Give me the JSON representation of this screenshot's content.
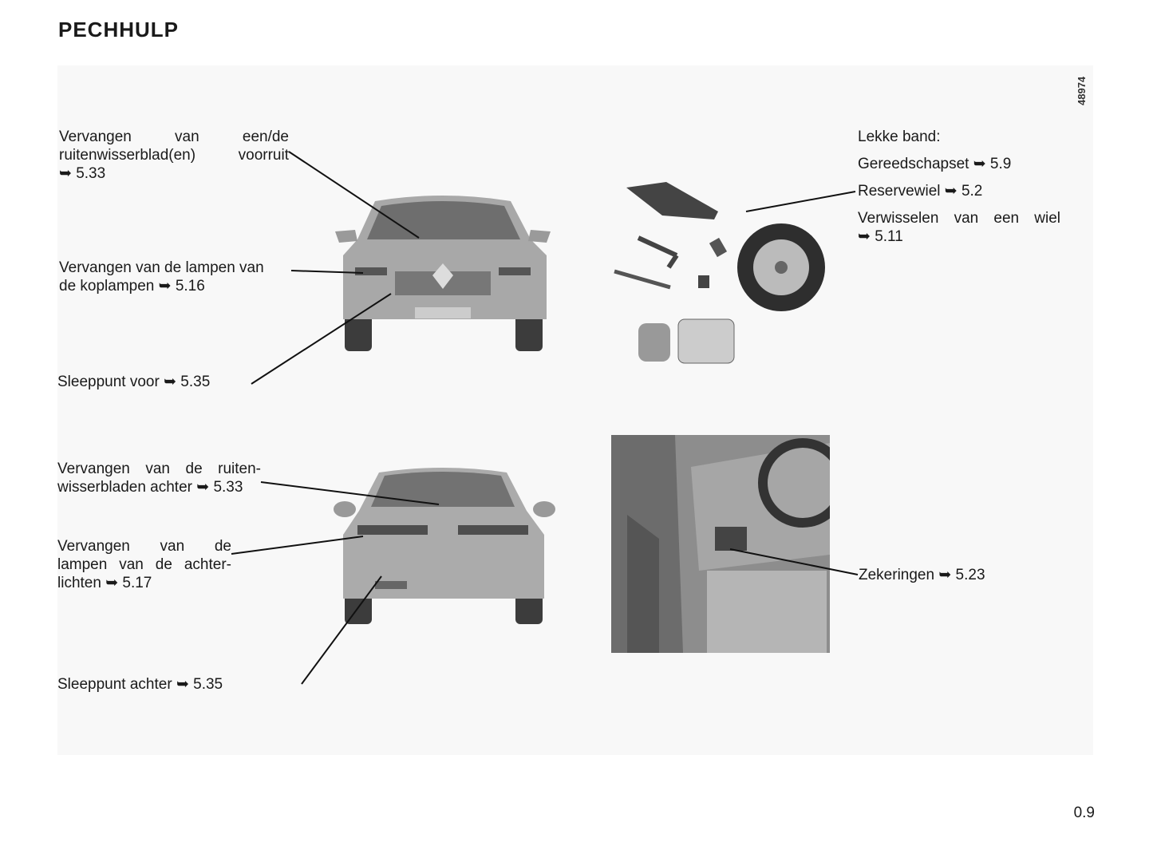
{
  "header": {
    "title": "PECHHULP"
  },
  "figure_code": "48974",
  "front": {
    "wiper": [
      "Vervangen van een/de",
      "ruitenwisserblad(en) voorruit",
      "➥ 5.33"
    ],
    "headlamps": [
      "Vervangen van de lampen van",
      "de koplampen ➥ 5.16"
    ],
    "towing": "Sleeppunt voor ➥ 5.35"
  },
  "rear": {
    "wiper": [
      "Vervangen van de ruiten-",
      "wisserbladen achter ➥ 5.33"
    ],
    "lamps": [
      "Vervangen van de",
      "lampen van de achter-",
      "lichten ➥ 5.17"
    ],
    "towing": "Sleeppunt achter ➥ 5.35"
  },
  "tyre": {
    "heading": "Lekke band:",
    "toolkit": "Gereedschapset ➥ 5.9",
    "spare": "Reservewiel ➥ 5.2",
    "change": [
      "Verwisselen van een wiel",
      "➥ 5.11"
    ]
  },
  "fuses": "Zekeringen ➥ 5.23",
  "page_number": "0.9"
}
